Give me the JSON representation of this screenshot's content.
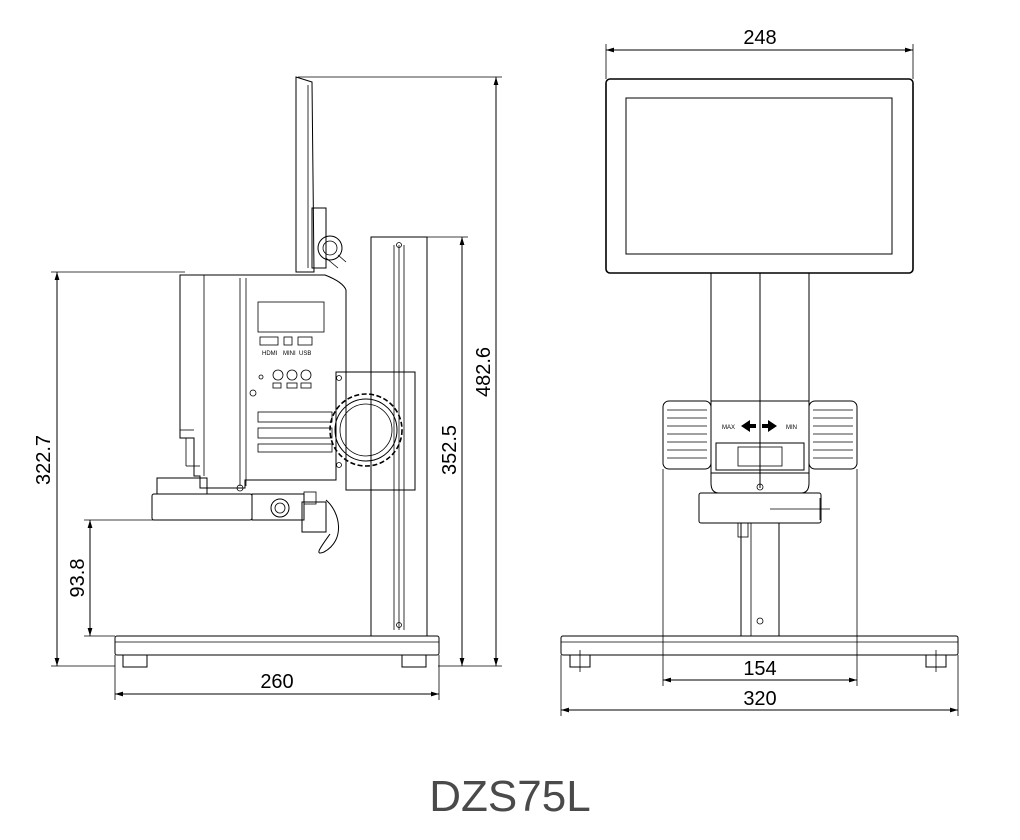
{
  "model": "DZS75L",
  "side_view": {
    "dimensions": {
      "overall_height": "482.6",
      "column_height": "352.5",
      "head_height": "322.7",
      "stage_height": "93.8",
      "base_depth": "260"
    },
    "port_labels": {
      "hdmi": "HDMI",
      "mini": "MINI",
      "usb": "USB"
    }
  },
  "front_view": {
    "dimensions": {
      "monitor_width": "248",
      "knob_span": "154",
      "base_width": "320"
    },
    "zoom_labels": {
      "max": "MAX",
      "min": "MIN"
    }
  }
}
